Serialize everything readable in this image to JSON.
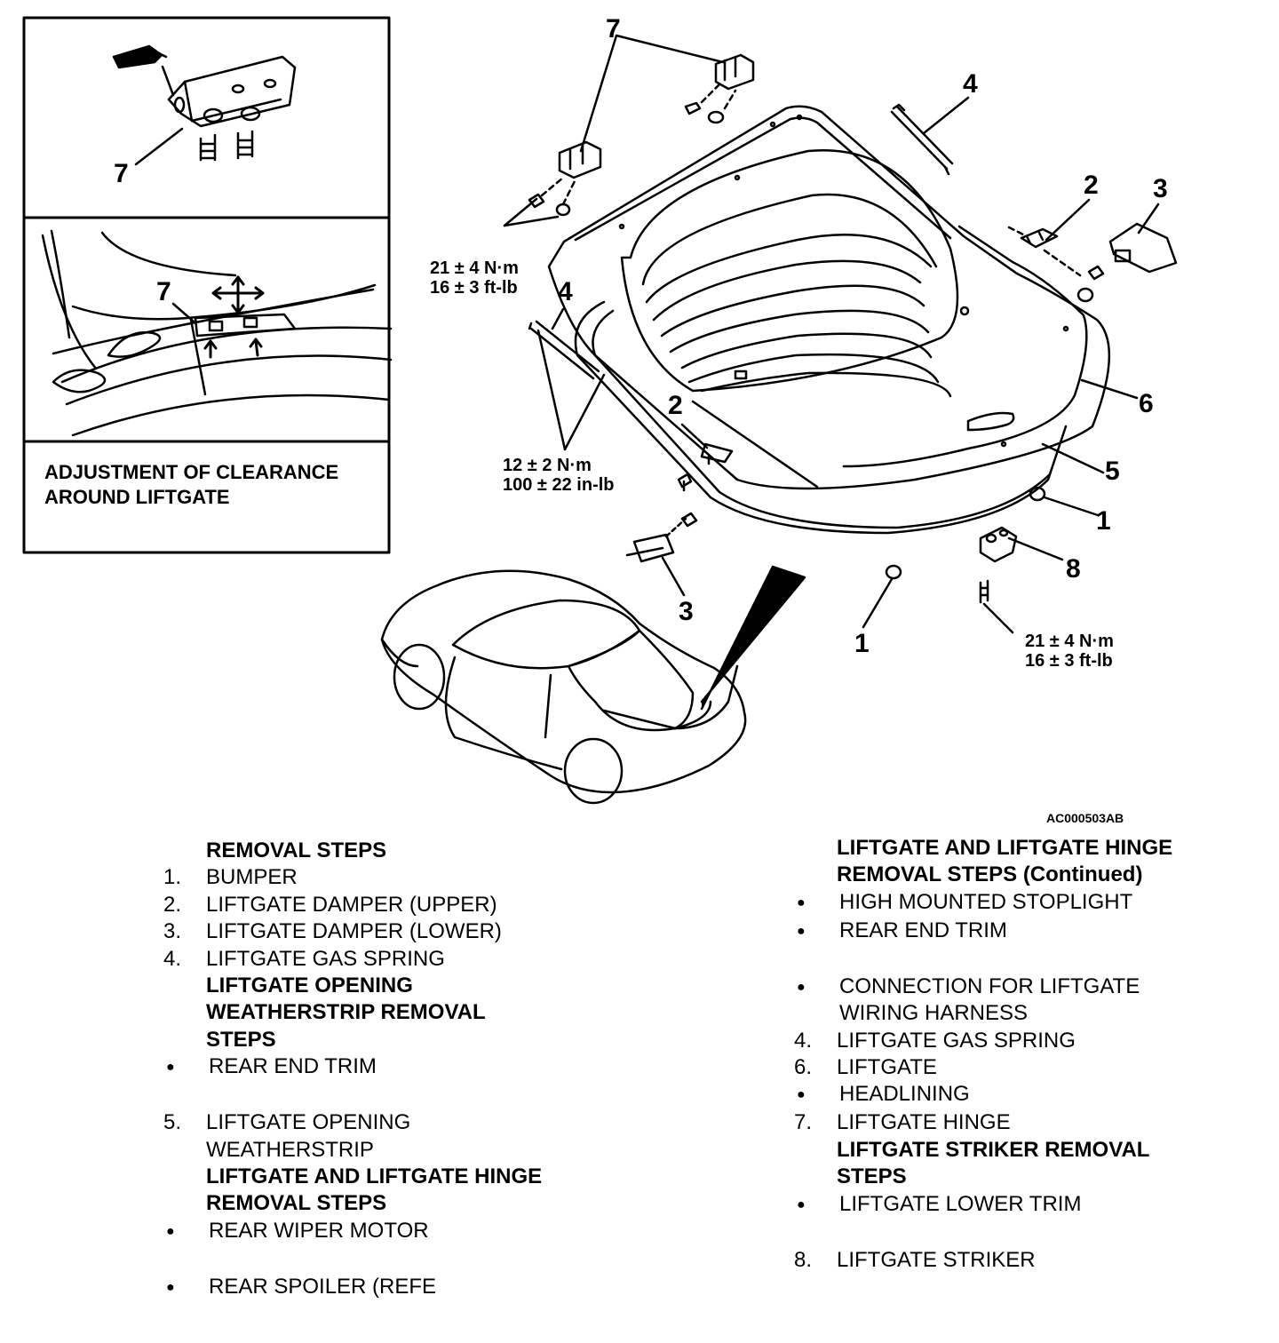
{
  "inset": {
    "title_line1": "ADJUSTMENT OF CLEARANCE",
    "title_line2": "AROUND LIFTGATE",
    "callout_top": "7",
    "callout_bottom": "7"
  },
  "callouts": {
    "c7": "7",
    "c4a": "4",
    "c2a": "2",
    "c3a": "3",
    "c6": "6",
    "c5": "5",
    "c1a": "1",
    "c8": "8",
    "c4b": "4",
    "c2b": "2",
    "c3b": "3",
    "c1b": "1"
  },
  "torques": {
    "t1": [
      "21 ± 4 N·m",
      "16 ± 3 ft-lb"
    ],
    "t2": [
      "12 ± 2 N·m",
      "100 ± 22 in-lb"
    ],
    "t3": [
      "21 ± 4 N·m",
      "16 ± 3 ft-lb"
    ]
  },
  "reference_code": "AC000503AB",
  "left_column": [
    {
      "kind": "heading",
      "num": "",
      "text": "REMOVAL STEPS"
    },
    {
      "kind": "item",
      "num": "1.",
      "text": "BUMPER"
    },
    {
      "kind": "item",
      "num": "2.",
      "text": "LIFTGATE DAMPER (UPPER)"
    },
    {
      "kind": "item",
      "num": "3.",
      "text": "LIFTGATE DAMPER (LOWER)"
    },
    {
      "kind": "item",
      "num": "4.",
      "text": "LIFTGATE GAS SPRING"
    },
    {
      "kind": "heading",
      "num": "",
      "text": "LIFTGATE OPENING\nWEATHERSTRIP REMOVAL\nSTEPS"
    },
    {
      "kind": "bullet",
      "num": "●",
      "text": "REAR END TRIM"
    },
    {
      "kind": "gap"
    },
    {
      "kind": "item",
      "num": "5.",
      "text": "LIFTGATE OPENING\nWEATHERSTRIP"
    },
    {
      "kind": "heading",
      "num": "",
      "text": "LIFTGATE AND LIFTGATE HINGE\nREMOVAL STEPS"
    },
    {
      "kind": "bullet",
      "num": "●",
      "text": "REAR WIPER MOTOR"
    },
    {
      "kind": "gap"
    },
    {
      "kind": "bullet",
      "num": "●",
      "text": "REAR SPOILER (REFE"
    }
  ],
  "right_column": [
    {
      "kind": "heading",
      "num": "",
      "text": "LIFTGATE AND LIFTGATE HINGE\nREMOVAL STEPS (Continued)"
    },
    {
      "kind": "bullet",
      "num": "●",
      "text": "HIGH MOUNTED STOPLIGHT"
    },
    {
      "kind": "bullet",
      "num": "●",
      "text": "REAR END TRIM"
    },
    {
      "kind": "gap"
    },
    {
      "kind": "bullet",
      "num": "●",
      "text": "CONNECTION FOR LIFTGATE\nWIRING HARNESS"
    },
    {
      "kind": "item",
      "num": "4.",
      "text": "LIFTGATE GAS SPRING"
    },
    {
      "kind": "item",
      "num": "6.",
      "text": "LIFTGATE"
    },
    {
      "kind": "bullet",
      "num": "●",
      "text": "HEADLINING"
    },
    {
      "kind": "item",
      "num": "7.",
      "text": "LIFTGATE HINGE"
    },
    {
      "kind": "heading",
      "num": "",
      "text": "LIFTGATE STRIKER REMOVAL\nSTEPS"
    },
    {
      "kind": "bullet",
      "num": "●",
      "text": "LIFTGATE LOWER TRIM"
    },
    {
      "kind": "gap"
    },
    {
      "kind": "item",
      "num": "8.",
      "text": "LIFTGATE STRIKER"
    }
  ]
}
